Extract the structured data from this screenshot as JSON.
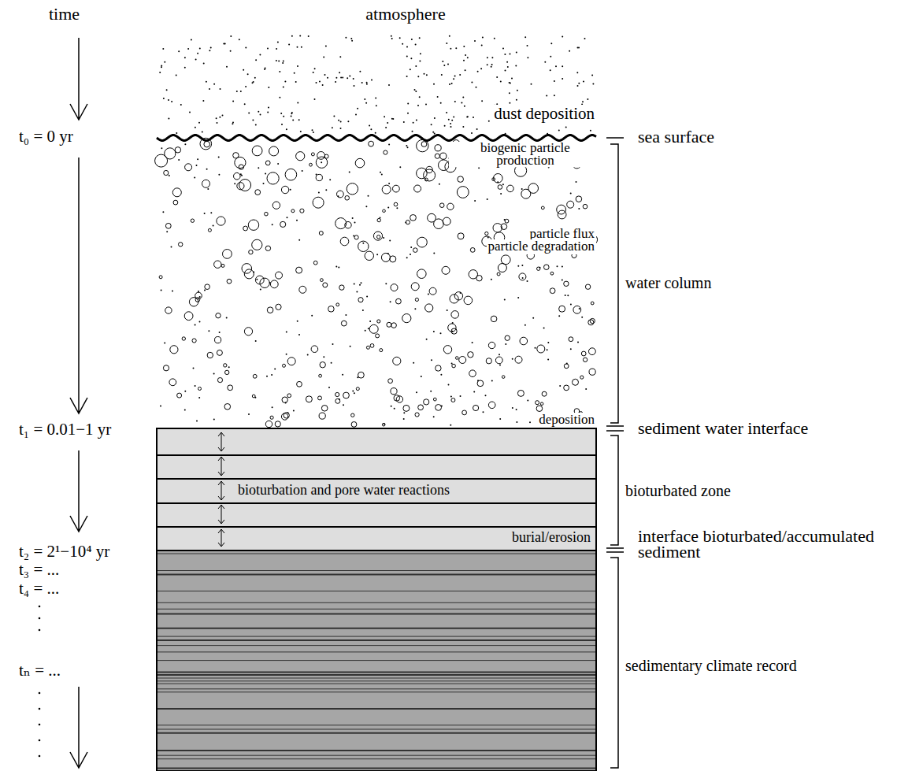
{
  "diagram": {
    "nodes": [
      {
        "text": [
          "bioturbation and pore water reactions",
          "burial/erosion"
        ]
      }
    ],
    "labels": [
      "time",
      "atmosphere",
      "dust deposition",
      "sea surface",
      "biogenic particle production",
      "particle flux",
      "particle degradation",
      "water column",
      "deposition",
      "t₀ = 0 yr",
      "sediment water interface",
      "t₁ = 0.01−1 yr",
      "bioturbated zone",
      "interface bioturbated/accumulated sediment",
      "t₂ = 2¹−10⁴ yr",
      "t₃ = ...",
      "t₄ = ...",
      "tₙ = ...",
      "sedimentary climate record"
    ]
  }
}
